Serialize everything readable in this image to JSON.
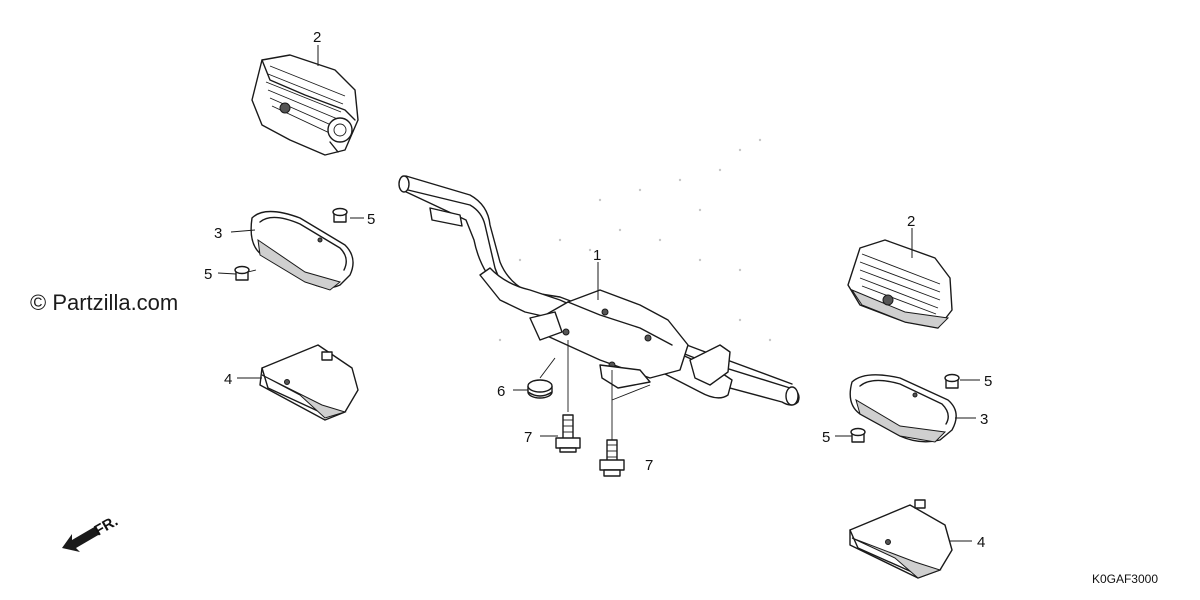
{
  "watermark": "© Partzilla.com",
  "diagram_code": "K0GAF3000",
  "direction_label": "FR.",
  "callouts": {
    "handlebar": "1",
    "grip_left": "2",
    "grip_right": "2",
    "collar_left": "3",
    "collar_right": "3",
    "cover_left": "4",
    "cover_right": "4",
    "screw_a": "5",
    "screw_b": "5",
    "screw_c": "5",
    "screw_d": "5",
    "grommet": "6",
    "bolt_a": "7",
    "bolt_b": "7"
  }
}
